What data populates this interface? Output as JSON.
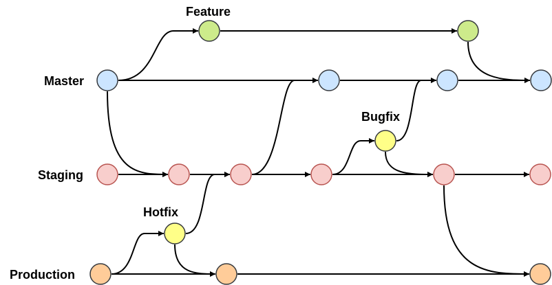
{
  "labels": {
    "master": "Master",
    "staging": "Staging",
    "production": "Production",
    "feature": "Feature",
    "bugfix": "Bugfix",
    "hotfix": "Hotfix"
  },
  "colors": {
    "master_fill": "#cce5ff",
    "master_stroke": "#36393d",
    "feature_fill": "#cdeb8b",
    "feature_stroke": "#36393d",
    "staging_fill": "#f8cecc",
    "staging_stroke": "#b85450",
    "production_fill": "#ffcc99",
    "production_stroke": "#36393d",
    "fix_fill": "#ffff88",
    "fix_stroke": "#36393d",
    "edge": "#000000"
  }
}
